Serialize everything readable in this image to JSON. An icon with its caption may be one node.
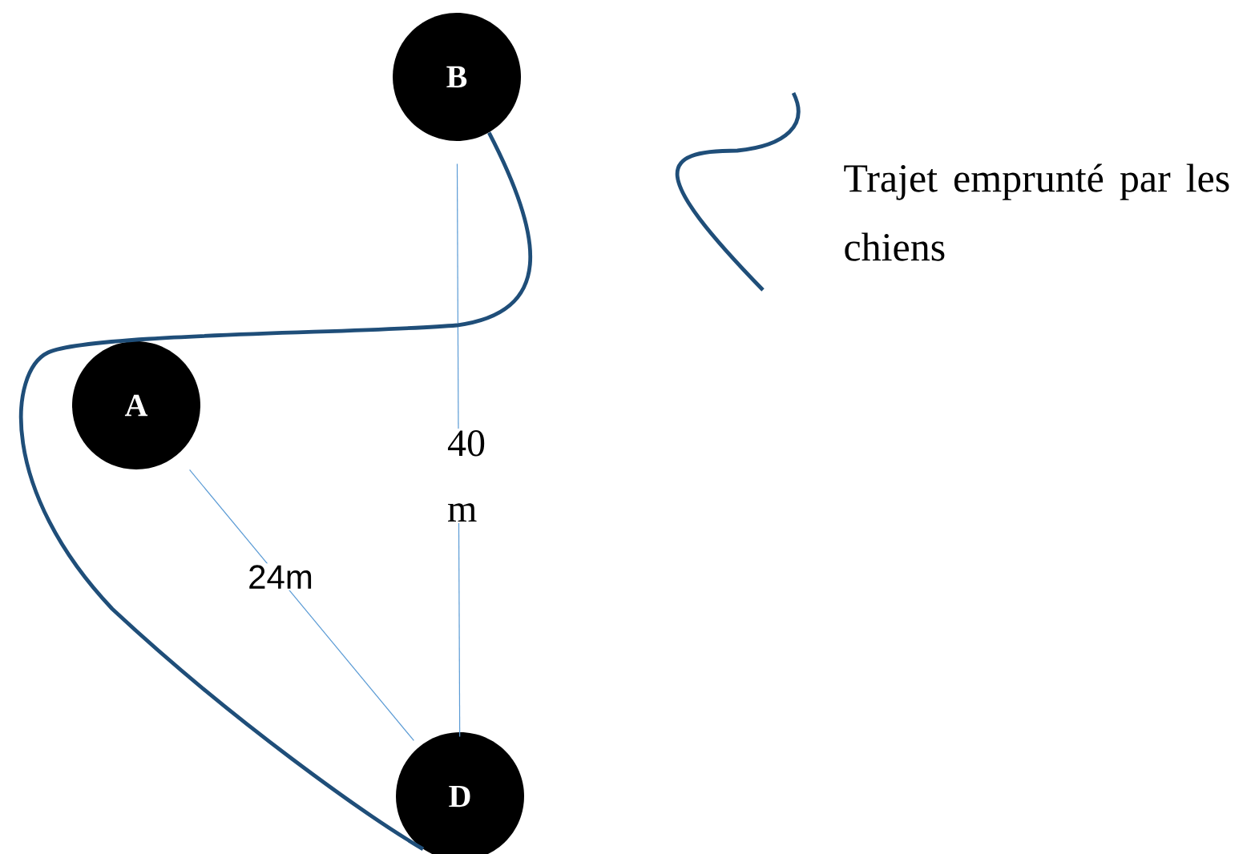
{
  "diagram": {
    "nodes": [
      {
        "text": [
          "B"
        ]
      },
      {
        "text": [
          "A"
        ]
      },
      {
        "text": [
          "D"
        ]
      }
    ],
    "edges": [
      {
        "from": 0,
        "to": 2,
        "arrow": "none",
        "label": "40 m"
      },
      {
        "from": 1,
        "to": 2,
        "arrow": "none",
        "label": "24m"
      },
      {
        "from": 0,
        "to": 2,
        "arrow": "none",
        "style": "thick",
        "color": "#1f4e79"
      }
    ],
    "legend": [
      {
        "text": "Trajet emprunté par les chiens"
      }
    ]
  }
}
